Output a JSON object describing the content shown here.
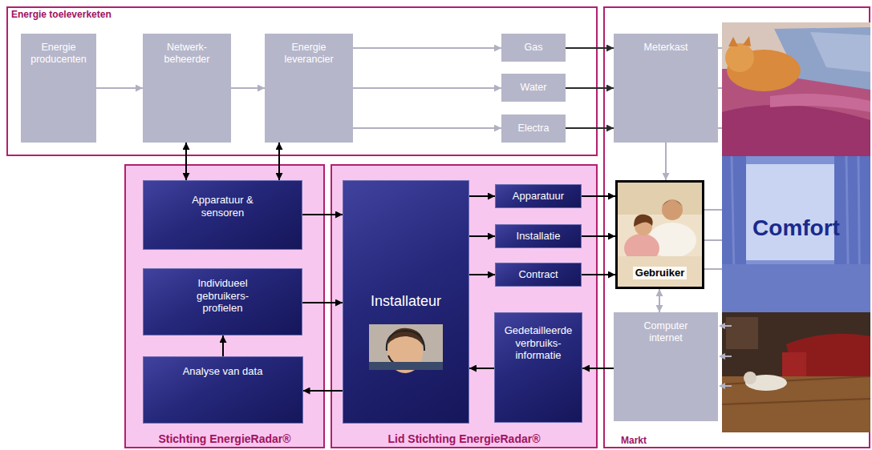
{
  "diagram": {
    "nodes": [
      {
        "text": [
          "Energie toeleverketen"
        ]
      },
      {
        "text": [
          "Energie producenten"
        ],
        "in": 0
      },
      {
        "text": [
          "Netwerk- beheerder"
        ],
        "in": 0
      },
      {
        "text": [
          "Energie leverancier"
        ],
        "in": 0
      },
      {
        "text": [
          "Gas"
        ],
        "in": 0
      },
      {
        "text": [
          "Water"
        ],
        "in": 0
      },
      {
        "text": [
          "Electra"
        ],
        "in": 0
      },
      {
        "text": [
          "Markt"
        ]
      },
      {
        "text": [
          "Meterkast"
        ],
        "in": 7
      },
      {
        "text": [
          "Gebruiker"
        ],
        "in": 7
      },
      {
        "text": [
          "Computer internet"
        ],
        "in": 7
      },
      {
        "text": [
          "Stichting EnergieRadar®"
        ]
      },
      {
        "text": [
          "Apparatuur & sensoren"
        ],
        "in": 11
      },
      {
        "text": [
          "Individueel gebruikers- profielen"
        ],
        "in": 11
      },
      {
        "text": [
          "Analyse van data"
        ],
        "in": 11
      },
      {
        "text": [
          "Lid Stichting EnergieRadar®"
        ]
      },
      {
        "text": [
          "Installateur"
        ],
        "in": 15
      },
      {
        "text": [
          "Apparatuur"
        ],
        "in": 15
      },
      {
        "text": [
          "Installatie"
        ],
        "in": 15
      },
      {
        "text": [
          "Contract"
        ],
        "in": 15
      },
      {
        "text": [
          "Gedetailleerde verbruiks- informatie"
        ],
        "in": 15
      }
    ],
    "edges": [
      {
        "from": 1,
        "to": 2,
        "arrow": "to"
      },
      {
        "from": 2,
        "to": 3,
        "arrow": "to"
      },
      {
        "from": 3,
        "to": 4,
        "arrow": "to"
      },
      {
        "from": 3,
        "to": 5,
        "arrow": "to"
      },
      {
        "from": 3,
        "to": 6,
        "arrow": "to"
      },
      {
        "from": 4,
        "to": 8,
        "arrow": "to"
      },
      {
        "from": 5,
        "to": 8,
        "arrow": "to"
      },
      {
        "from": 6,
        "to": 8,
        "arrow": "to"
      },
      {
        "from": 8,
        "to": 9,
        "arrow": "to"
      },
      {
        "from": 9,
        "to": 10,
        "arrow": "both"
      },
      {
        "from": 2,
        "to": 12,
        "arrow": "both"
      },
      {
        "from": 3,
        "to": 12,
        "arrow": "both"
      },
      {
        "from": 12,
        "to": 16,
        "arrow": "to"
      },
      {
        "from": 13,
        "to": 16,
        "arrow": "to"
      },
      {
        "from": 14,
        "to": 13,
        "arrow": "to"
      },
      {
        "from": 16,
        "to": 17,
        "arrow": "to"
      },
      {
        "from": 16,
        "to": 18,
        "arrow": "to"
      },
      {
        "from": 16,
        "to": 19,
        "arrow": "to"
      },
      {
        "from": 17,
        "to": 9,
        "arrow": "to"
      },
      {
        "from": 18,
        "to": 9,
        "arrow": "to"
      },
      {
        "from": 19,
        "to": 9,
        "arrow": "to"
      },
      {
        "from": 20,
        "to": 16,
        "arrow": "to"
      },
      {
        "from": 10,
        "to": 20,
        "arrow": "to"
      },
      {
        "from": 16,
        "to": 14,
        "arrow": "to"
      }
    ],
    "labels": [
      "Comfort"
    ]
  }
}
